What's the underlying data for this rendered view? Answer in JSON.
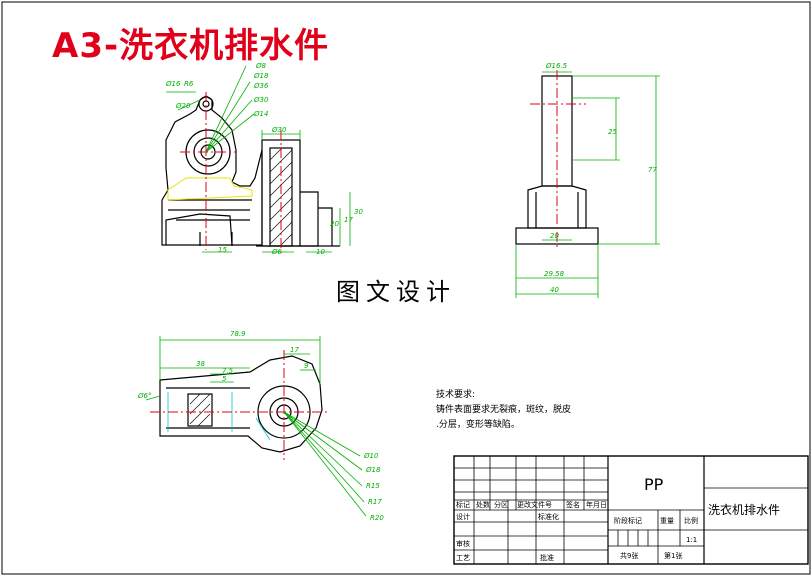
{
  "sheet_title": "A3-洗衣机排水件",
  "banner": "图文设计",
  "technical_notes": {
    "heading": "技术要求:",
    "lines": [
      "铸件表面要求无裂痕，斑纹，脱皮",
      ".分层，变形等缺陷。"
    ]
  },
  "dimensions": {
    "front_view": [
      "Ø16",
      "R6",
      "Ø8",
      "Ø18",
      "Ø36",
      "Ø30",
      "Ø14",
      "Ø20",
      "Ø30",
      "17",
      "30",
      "20",
      "15",
      "Ø6",
      "10"
    ],
    "side_view": [
      "Ø16.5",
      "25",
      "77",
      "20",
      "29.58",
      "40"
    ],
    "top_view": [
      "78.9",
      "38",
      "17",
      "7.5",
      "5",
      "9",
      "Ø6°",
      "Ø10",
      "Ø18",
      "R15",
      "R17",
      "R20"
    ]
  },
  "title_block": {
    "material": "PP",
    "part_name": "洗衣机排水件",
    "headers": [
      "标记",
      "处数",
      "分区",
      "更改文件号",
      "签名",
      "年月日"
    ],
    "rows": {
      "design": "设计",
      "standard": "标准化",
      "check": "审核",
      "process": "工艺",
      "approve": "批准"
    },
    "stage_mark": "阶段标记",
    "weight": "重量",
    "scale": "比例",
    "scale_value": "1:1",
    "sheets_total": "共9张",
    "sheet_no": "第1张"
  }
}
